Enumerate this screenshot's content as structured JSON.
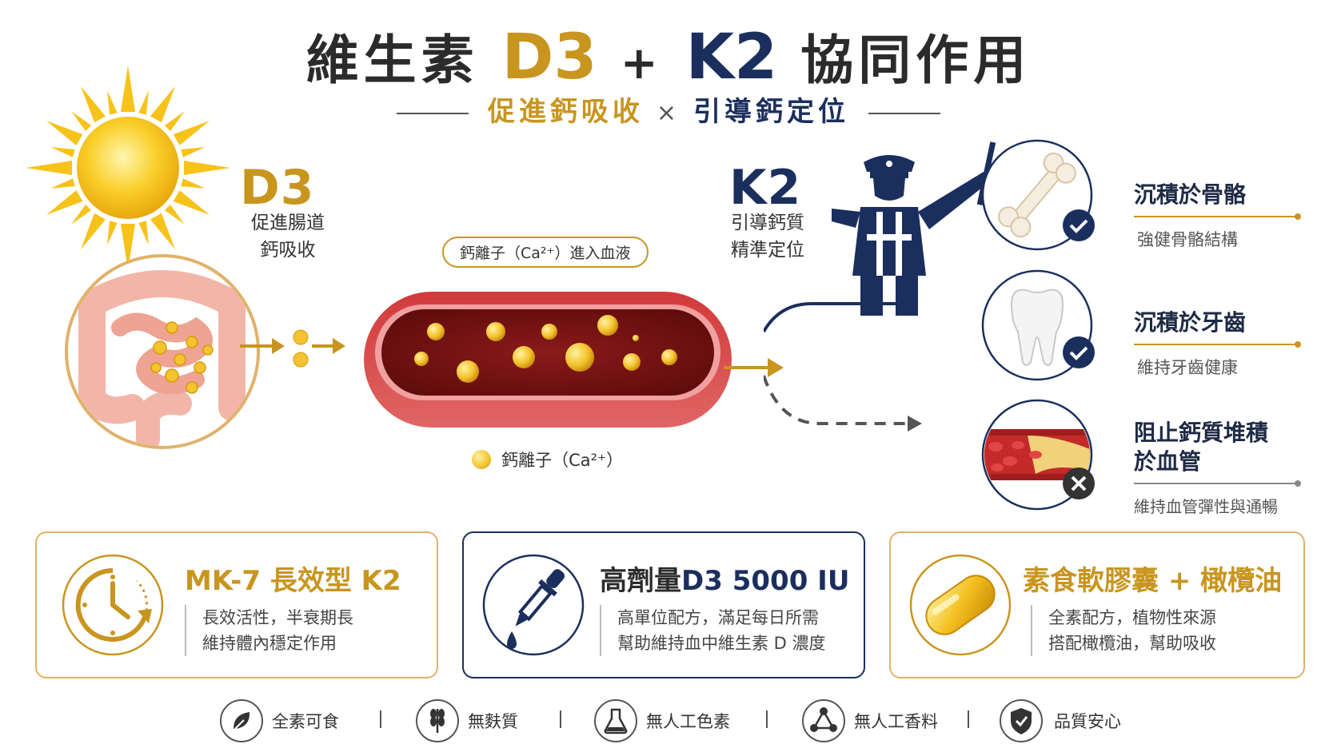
{
  "header": {
    "title_pre": "維生素",
    "title_d3": "D3",
    "title_plus": "+",
    "title_k2": "K2",
    "title_post": "協同作用",
    "subtitle_left": "促進鈣吸收",
    "subtitle_x": "×",
    "subtitle_right": "引導鈣定位"
  },
  "d3": {
    "label": "D3",
    "line1": "促進腸道",
    "line2": "鈣吸收"
  },
  "blood": {
    "pill": "鈣離子（Ca²⁺）進入血液",
    "legend": "鈣離子（Ca²⁺）"
  },
  "k2": {
    "label": "K2",
    "line1": "引導鈣質",
    "line2": "精準定位"
  },
  "results": [
    {
      "title": "沉積於骨骼",
      "sub": "強健骨骼結構"
    },
    {
      "title": "沉積於牙齒",
      "sub": "維持牙齒健康"
    },
    {
      "title_line1": "阻止鈣質堆積",
      "title_line2": "於血管",
      "sub": "維持血管彈性與通暢"
    }
  ],
  "cards": [
    {
      "title": "MK-7 長效型 K2",
      "line1": "長效活性，半衰期長",
      "line2": "維持體內穩定作用"
    },
    {
      "title_pre": "高劑量",
      "title_d3": "D3 5000 IU",
      "line1": "高單位配方，滿足每日所需",
      "line2": "幫助維持血中維生素 D 濃度"
    },
    {
      "title": "素食軟膠囊 + 橄欖油",
      "line1": "全素配方，植物性來源",
      "line2": "搭配橄欖油，幫助吸收"
    }
  ],
  "footer": [
    {
      "icon": "leaf-icon",
      "label": "全素可食"
    },
    {
      "icon": "wheat-icon",
      "label": "無麩質"
    },
    {
      "icon": "flask-icon",
      "label": "無人工色素"
    },
    {
      "icon": "molecule-icon",
      "label": "無人工香料"
    },
    {
      "icon": "shield-check-icon",
      "label": "品質安心"
    }
  ],
  "colors": {
    "gold": "#c8951f",
    "navy": "#1b2f5e",
    "red": "#b22a2a"
  }
}
